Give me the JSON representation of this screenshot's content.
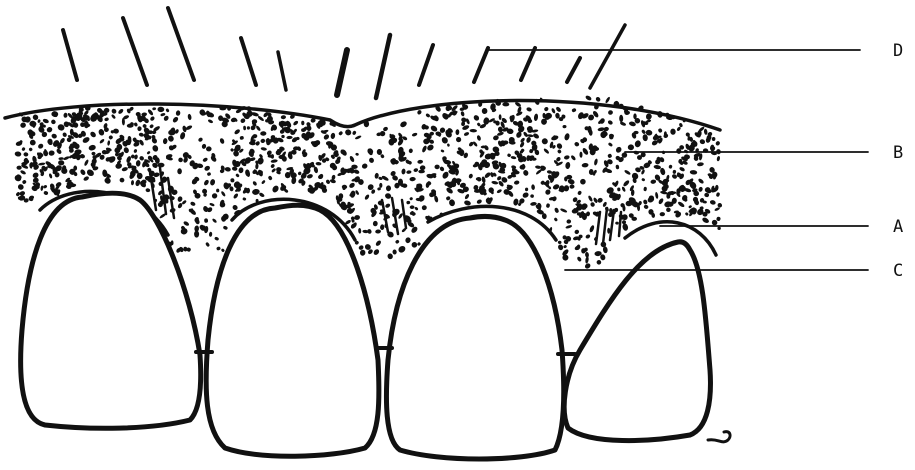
{
  "colors": {
    "ink": "#111111",
    "paper": "#ffffff"
  },
  "labels": {
    "d": "D",
    "b": "B",
    "a": "A",
    "c": "C"
  },
  "structures": [
    "hair-strokes-above-gum",
    "stippled-gingival-tissue",
    "gingival-margin-arcs",
    "four-teeth"
  ]
}
